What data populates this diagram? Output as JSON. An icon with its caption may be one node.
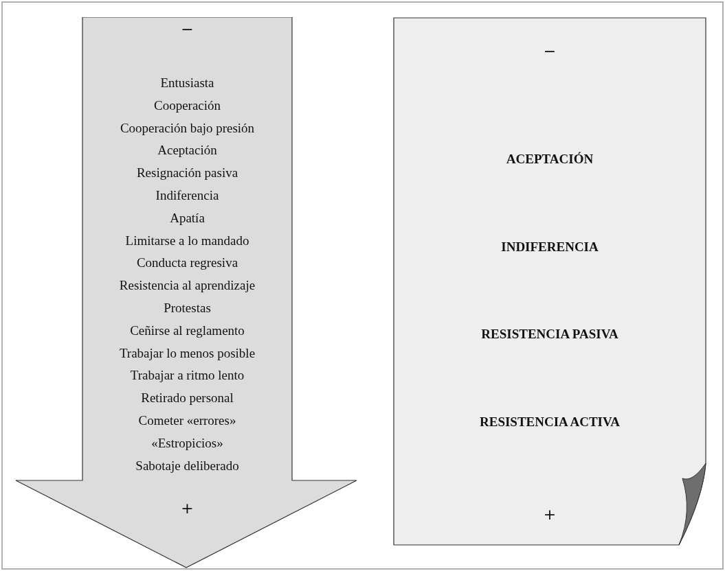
{
  "diagram": {
    "nodes": [
      {
        "text": [
          "−",
          "Entusiasta",
          "Cooperación",
          "Cooperación bajo presión",
          "Aceptación",
          "Resignación pasiva",
          "Indiferencia",
          "Apatía",
          "Limitarse a lo mandado",
          "Conducta regresiva",
          "Resistencia al aprendizaje",
          "Protestas",
          "Ceñirse al reglamento",
          "Trabajar lo menos posible",
          "Trabajar a ritmo lento",
          "Retirado personal",
          "Cometer «errores»",
          "«Estropicios»",
          "Sabotaje deliberado",
          "+"
        ]
      },
      {
        "text": [
          "−",
          "ACEPTACIÓN",
          "INDIFERENCIA",
          "RESISTENCIA PASIVA",
          "RESISTENCIA ACTIVA",
          "+"
        ]
      }
    ],
    "edges": []
  }
}
